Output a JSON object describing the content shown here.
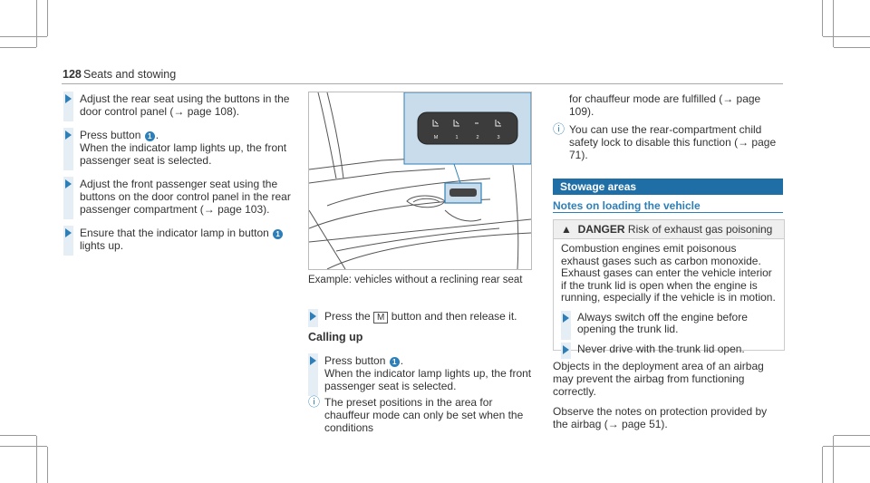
{
  "header": {
    "page_number": "128",
    "section": "Seats and stowing"
  },
  "left_column": {
    "steps": [
      {
        "text": "Adjust the rear seat using the buttons in the door control panel (→ page 108)."
      },
      {
        "text_a": "Press button",
        "badge": "1",
        "text_b": ".",
        "text_c": "When the indicator lamp lights up, the front passenger seat is selected."
      },
      {
        "text": "Adjust the front passenger seat using the buttons on the door control panel in the rear passenger compartment (→ page 103)."
      },
      {
        "text_a": "Ensure that the indicator lamp in button",
        "badge": "1",
        "text_b": "lights up."
      }
    ]
  },
  "figure": {
    "button_labels": [
      "M",
      "1",
      "2",
      "3"
    ],
    "caption": "Example: vehicles without a reclining rear seat",
    "colors": {
      "highlight_fill": "#c8dcec",
      "highlight_border": "#2e7fb8"
    }
  },
  "middle_column": {
    "step_press": {
      "text_a": "Press the",
      "key": "M",
      "text_b": "button and then release it."
    },
    "heading": "Calling up",
    "step_call": {
      "text_a": "Press button",
      "badge": "1",
      "text_b": ".",
      "text_c": "When the indicator lamp lights up, the front passenger seat is selected."
    },
    "note": "The preset positions in the area for chauffeur mode can only be set when the conditions"
  },
  "right_column": {
    "continuation": "for chauffeur mode are fulfilled (→ page 109).",
    "note": "You can use the rear-compartment child safety lock to disable this function (→ page 71).",
    "section_title": "Stowage areas",
    "subsection_title": "Notes on loading the vehicle",
    "danger": {
      "label": "DANGER",
      "title": "Risk of exhaust gas poisoning",
      "body": "Combustion engines emit poisonous exhaust gases such as carbon monoxide. Exhaust gases can enter the vehicle interior if the trunk lid is open when the engine is running, especially if the vehicle is in motion.",
      "step1": "Always switch off the engine before opening the trunk lid.",
      "step2": "Never drive with the trunk lid open."
    },
    "para1": "Objects in the deployment area of an airbag may prevent the airbag from functioning correctly.",
    "para2": "Observe the notes on protection provided by the airbag (→ page 51)."
  }
}
